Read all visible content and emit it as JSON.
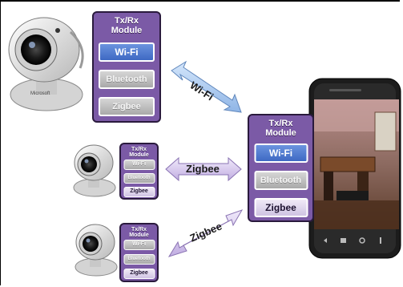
{
  "modules": {
    "main_cam": {
      "title_line1": "Tx/Rx",
      "title_line2": "Module",
      "wifi": "Wi-Fi",
      "bluetooth": "Bluetooth",
      "zigbee": "Zigbee"
    },
    "cam2": {
      "title_line1": "Tx/Rx",
      "title_line2": "Module",
      "wifi": "Wi-Fi",
      "bluetooth": "Bluetooth",
      "zigbee": "Zigbee"
    },
    "cam3": {
      "title_line1": "Tx/Rx",
      "title_line2": "Module",
      "wifi": "Wi-Fi",
      "bluetooth": "Bluetooth",
      "zigbee": "Zigbee"
    },
    "phone": {
      "title_line1": "Tx/Rx",
      "title_line2": "Module",
      "wifi": "Wi-Fi",
      "bluetooth": "Bluetooth",
      "zigbee": "Zigbee"
    }
  },
  "links": {
    "top": "Wi-Fi",
    "middle": "Zigbee",
    "bottom": "Zigbee"
  },
  "colors": {
    "module_fill": "#7b5aa6",
    "active_wifi": "#4a76cf",
    "inactive": "#b4b4b4",
    "arrow_blue": "#a9c8ee",
    "arrow_purple": "#d7c8ee"
  },
  "icons": [
    "webcam-large-icon",
    "webcam-small-icon",
    "webcam-small-icon",
    "smartphone-icon"
  ]
}
